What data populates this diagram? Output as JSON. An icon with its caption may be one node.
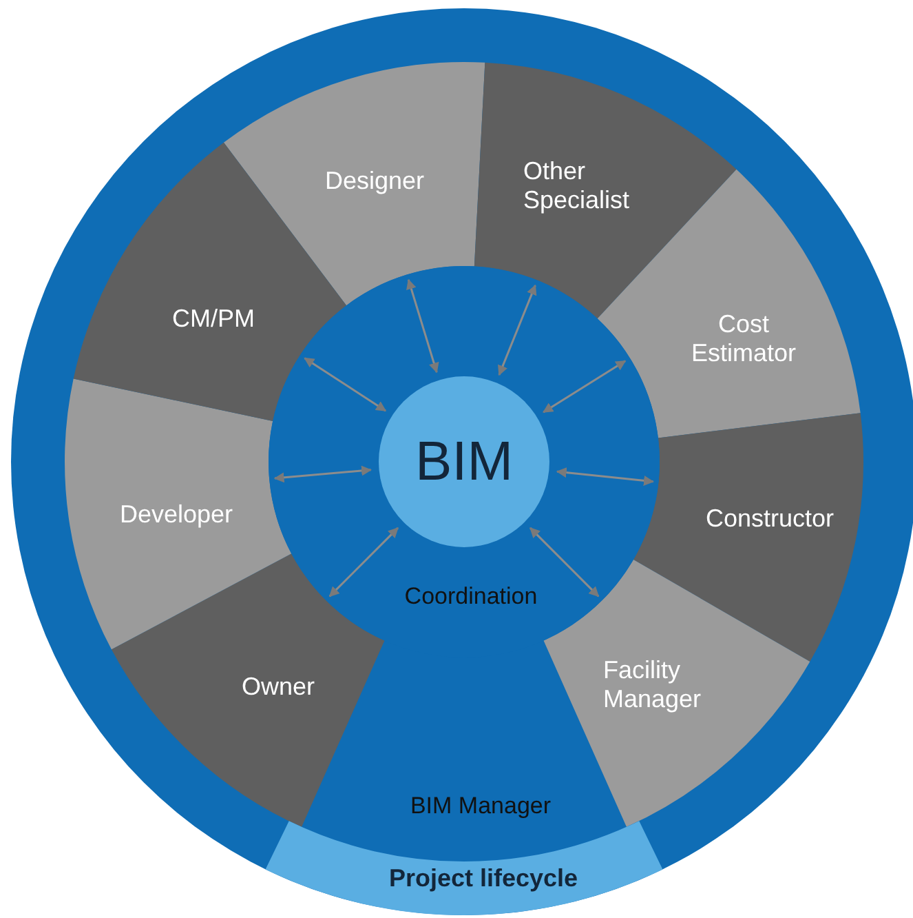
{
  "diagram": {
    "nodes": [
      {
        "text": [
          "Designer"
        ]
      },
      {
        "text": [
          "Other Specialist"
        ]
      },
      {
        "text": [
          "Cost Estimator"
        ]
      },
      {
        "text": [
          "Constructor"
        ]
      },
      {
        "text": [
          "Facility Manager"
        ]
      },
      {
        "text": [
          "BIM Manager"
        ]
      },
      {
        "text": [
          "Owner"
        ]
      },
      {
        "text": [
          "Developer"
        ]
      },
      {
        "text": [
          "CM/PM"
        ]
      },
      {
        "text": [
          "Coordination"
        ]
      },
      {
        "text": [
          "BIM"
        ],
        "in": 9
      },
      {
        "text": [
          "Project lifecycle"
        ]
      }
    ],
    "edges": [
      {
        "from": 10,
        "to": 0,
        "arrow": "both"
      },
      {
        "from": 10,
        "to": 1,
        "arrow": "both"
      },
      {
        "from": 10,
        "to": 2,
        "arrow": "both"
      },
      {
        "from": 10,
        "to": 3,
        "arrow": "both"
      },
      {
        "from": 10,
        "to": 4,
        "arrow": "both"
      },
      {
        "from": 10,
        "to": 6,
        "arrow": "both"
      },
      {
        "from": 10,
        "to": 7,
        "arrow": "both"
      },
      {
        "from": 10,
        "to": 8,
        "arrow": "both"
      }
    ]
  }
}
